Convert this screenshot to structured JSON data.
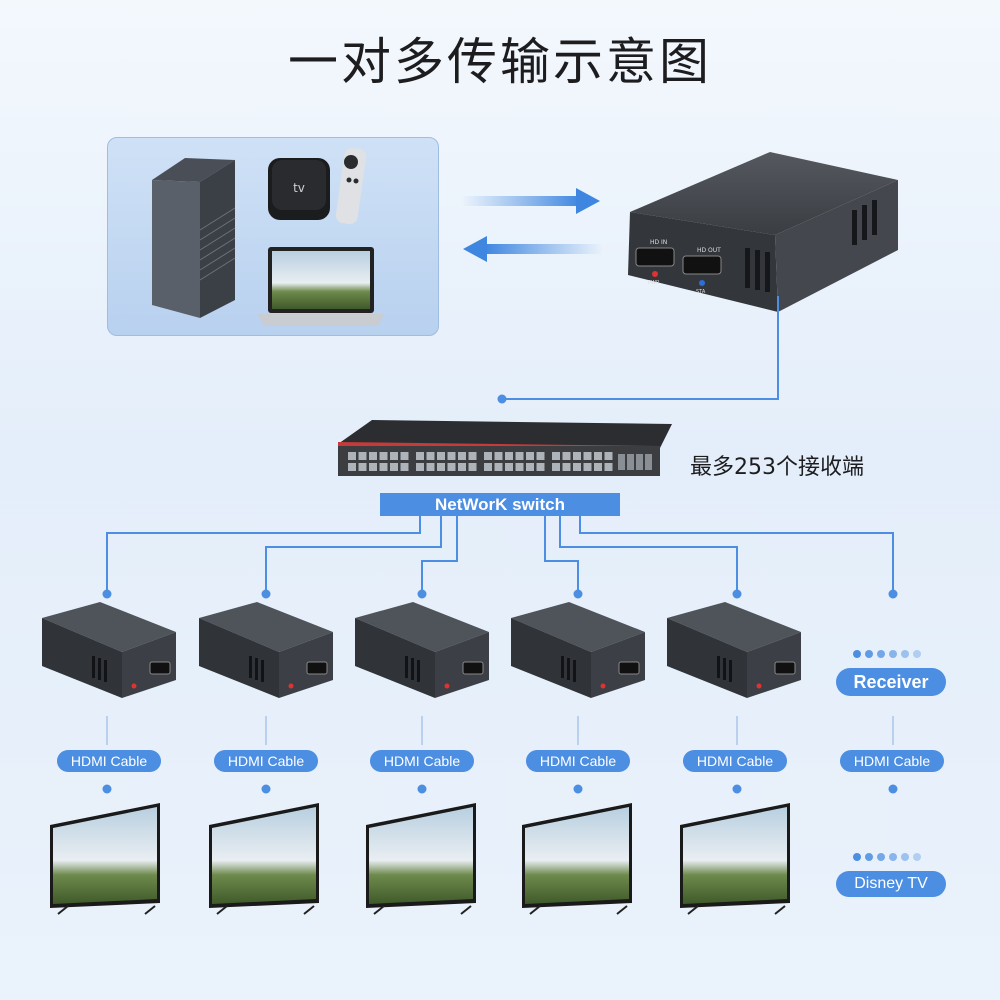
{
  "title": "一对多传输示意图",
  "switch": {
    "label": "NetWorK switch",
    "max_receivers": "最多253个接收端"
  },
  "transmitter": {
    "hdmi_in": "HD IN",
    "hdmi_out": "HD OUT",
    "pwr": "PWR",
    "sta": "STA"
  },
  "receivers": [
    {
      "cable": "HDMI Cable"
    },
    {
      "cable": "HDMI Cable"
    },
    {
      "cable": "HDMI Cable"
    },
    {
      "cable": "HDMI Cable"
    },
    {
      "cable": "HDMI Cable"
    }
  ],
  "legend": {
    "receiver_label": "Receiver",
    "cable_label": "HDMI Cable",
    "tv_label": "Disney TV"
  },
  "colors": {
    "accent": "#4c8ee2",
    "device": "#3a3d42",
    "panel": "#c4d9f3"
  }
}
